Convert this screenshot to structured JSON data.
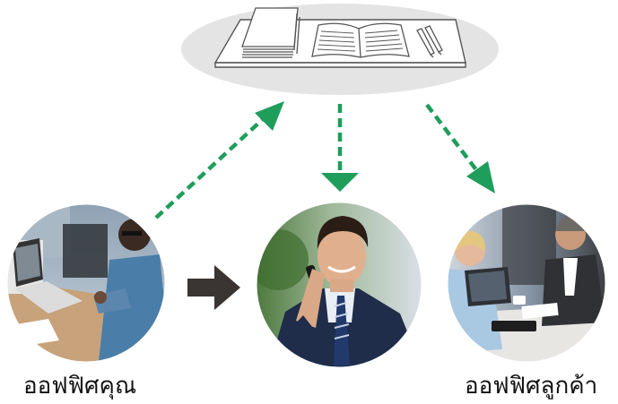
{
  "labels": {
    "your_office": "ออฟฟิศคุณ",
    "client_office": "ออฟฟิศลูกค้า"
  },
  "colors": {
    "arrow_green": "#1f9d5b",
    "arrow_dark": "#3a3432",
    "cloud_fill": "#e4e4e4",
    "line_art": "#555555"
  },
  "icons": {
    "documents": "document-stack-icon",
    "book": "open-book-icon",
    "pens": "pen-icon"
  },
  "photos": {
    "left": "person-on-video-call-photo",
    "center": "businessman-on-phone-photo",
    "right": "client-meeting-photo"
  }
}
